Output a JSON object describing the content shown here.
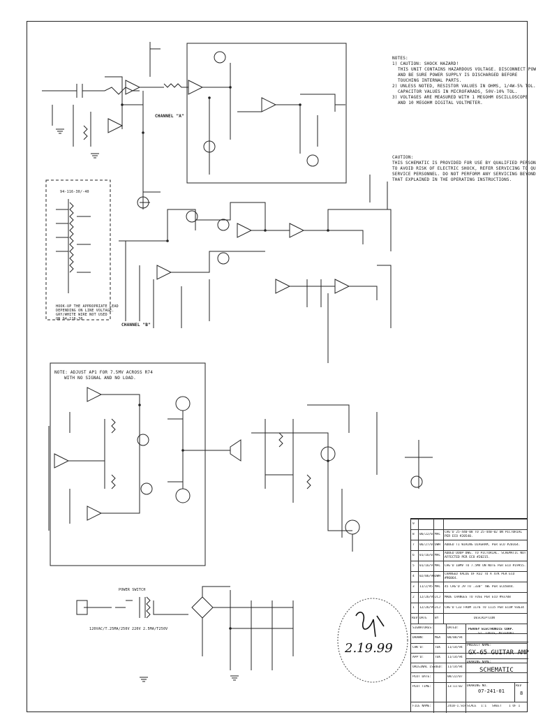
{
  "notes": {
    "heading": "NOTES:",
    "lines": [
      "1) CAUTION: SHOCK HAZARD!",
      "THIS UNIT CONTAINS HAZARDOUS VOLTAGE. DISCONNECT POWER",
      "AND BE SURE POWER SUPPLY IS DISCHARGED BEFORE",
      "TOUCHING INTERNAL PARTS.",
      "2) UNLESS NOTED, RESISTOR VALUES IN OHMS, 1/4W-5% TOL.",
      "CAPACITOR VALUES IN MICROFARADS, 50V-10% TOL.",
      "3) VOLTAGES ARE MEASURED WITH 1 MEGOHM OSCILLOSCOPE",
      "AND 10 MEGOHM DIGITAL VOLTMETER."
    ]
  },
  "caution": {
    "lines": [
      "CAUTION:",
      "THIS SCHEMATIC IS PROVIDED FOR USE BY QUALIFIED PERSONNEL.",
      "TO AVOID RISK OF ELECTRIC SHOCK, REFER SERVICING TO QUALIFIED",
      "SERVICE PERSONNEL. DO NOT PERFORM ANY SERVICING BEYOND",
      "THAT EXPLAINED IN THE OPERATING INSTRUCTIONS."
    ]
  },
  "labels": {
    "channel_a": "CHANNEL \"A\"",
    "channel_b": "CHANNEL \"B\"",
    "transformer": "94-116-30/-40",
    "hookup_note": [
      "HOOK-UP THE APPROPRIATE LEAD",
      "DEPENDING ON LINE VOLTAGE.",
      "GRY/WHITE WIRE NOT USED",
      "ON 94-116-30"
    ],
    "power_note": [
      "NOTE: ADJUST AP1 FOR 7.5mV ACROSS R74",
      "WITH NO SIGNAL AND NO LOAD."
    ],
    "power_switch": "POWER SWITCH",
    "fuse_label": "120VAC/T.25MA/250V 220V 2.5MA/T250V"
  },
  "title_block": {
    "revisions": [
      {
        "rev": "9",
        "date": "",
        "by": "",
        "desc": ""
      },
      {
        "rev": "8",
        "date": "06/22/07",
        "by": "MAC",
        "desc": "CHG'D 25-440-08 TO 25-440-02 ON PICTORIAL PER ECO #20540."
      },
      {
        "rev": "7",
        "date": "06/27/07",
        "by": "DWH",
        "desc": "ADDED TI WIRING DIAGRAM, PER ECO #20164."
      },
      {
        "rev": "6",
        "date": "01/16/07",
        "by": "MAC",
        "desc": "ADDED DOOP DWG. TO PICTORIAL. SCHEMATIC NOT AFFECTED PER ECO #20215."
      },
      {
        "rev": "5",
        "date": "01/16/97",
        "by": "MAC",
        "desc": "CHG'D 10mV TO 7.5mV ON NOTE PER ECO #19955."
      },
      {
        "rev": "4",
        "date": "02/06/96",
        "by": "DWH",
        "desc": "CHANGED VALUE OF R32 TO A 47K PER ECO #96064."
      },
      {
        "rev": "3",
        "date": "11/2/95",
        "by": "MAC",
        "desc": "45 CHG'D J9 TO .330\" TWE PER ECO5044."
      },
      {
        "rev": "2",
        "date": "12/26/95",
        "by": "JCJ",
        "desc": "MADE CHANGES TO FUSE PER ECO #93708"
      },
      {
        "rev": "1",
        "date": "12/26/95",
        "by": "JCJ",
        "desc": "CHG'D C33 FROM 1176 TO 1115 PER ECO# 93634"
      },
      {
        "rev": "REV",
        "date": "DATE",
        "by": "BY",
        "desc": "DESCRIPTION"
      }
    ],
    "signatures_label": "SIGNATURES:",
    "dated_label": "DATED:",
    "rows": [
      {
        "label": "DRAWN:",
        "name": "MGA",
        "date": "08/08/94"
      },
      {
        "label": "CHK'D:",
        "name": "TEK",
        "date": "11/14/94"
      },
      {
        "label": "APP'D:",
        "name": "TEK",
        "date": "11/14/94"
      },
      {
        "label": "ORIGINAL ISSUED:",
        "name": "",
        "date": "11/14/94"
      },
      {
        "label": "PLOT DATE:",
        "name": "",
        "date": "08/22/07"
      },
      {
        "label": "PLOT TIME:",
        "name": "",
        "date": "13:11:02"
      },
      {
        "label": "FILE NAME:",
        "name": "",
        "date": "2410-1.SCH"
      }
    ],
    "company": "PEAVEY ELECTRONICS CORP.",
    "company_sub": "ST. LOUIS, MISSOURI",
    "project_label": "PROJECT NAME:",
    "project_name": "GX-65 GUITAR AMP",
    "drawing_name_label": "DRAWING NAME:",
    "drawing_name": "SCHEMATIC",
    "drawing_no_label": "DRAWING NO.",
    "drawing_no": "07-241-01",
    "rev_label": "REV",
    "rev": "8",
    "scale_label": "SCALE",
    "scale": "1:1",
    "sheet_label": "SHEET",
    "sheet": "1 OF 1"
  },
  "signature": {
    "date": "2.19.99"
  }
}
